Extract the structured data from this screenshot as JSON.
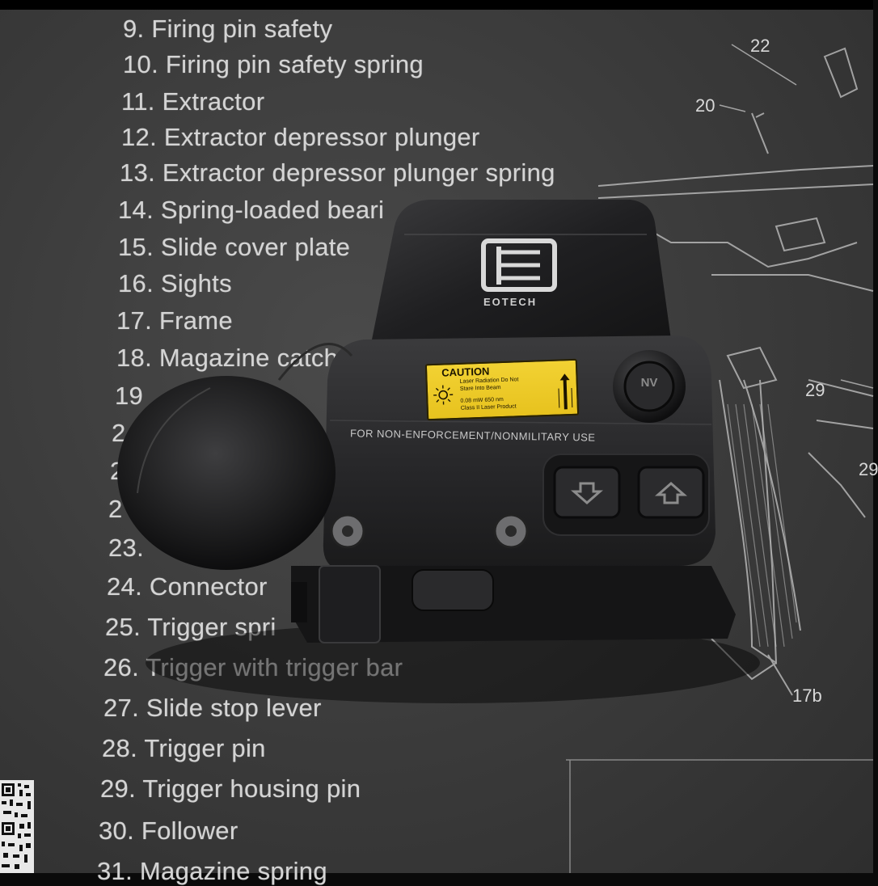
{
  "mat": {
    "parts": [
      "9. Firing pin safety",
      "10. Firing pin safety spring",
      "11. Extractor",
      "12. Extractor depressor plunger",
      "13. Extractor depressor plunger spring",
      "14. Spring-loaded beari",
      "15. Slide cover plate",
      "16. Sights",
      "17. Frame",
      "18. Magazine catch",
      "19",
      "2",
      "2",
      "2",
      "23.",
      "24. Connector",
      "25. Trigger spri",
      "26. Trigger with trigger bar",
      "27. Slide stop lever",
      "28. Trigger pin",
      "29. Trigger housing pin",
      "30. Follower",
      "31. Magazine spring"
    ],
    "callouts": {
      "c22": "22",
      "c20": "20",
      "c29": "29",
      "c29b": "29",
      "c17b": "17b"
    }
  },
  "sight": {
    "brand": "EOTECH",
    "caution": {
      "title": "CAUTION",
      "lines": [
        "Laser Radiation  Do Not",
        "Stare Into Beam",
        "0.08 mW  650 nm",
        "Class II Laser Product"
      ]
    },
    "warning": "FOR NON-ENFORCEMENT/NONMILITARY USE",
    "nv_button": "NV",
    "icons": {
      "down_button": "arrow-down-icon",
      "up_button": "arrow-up-icon",
      "sun": "sun-icon"
    }
  }
}
